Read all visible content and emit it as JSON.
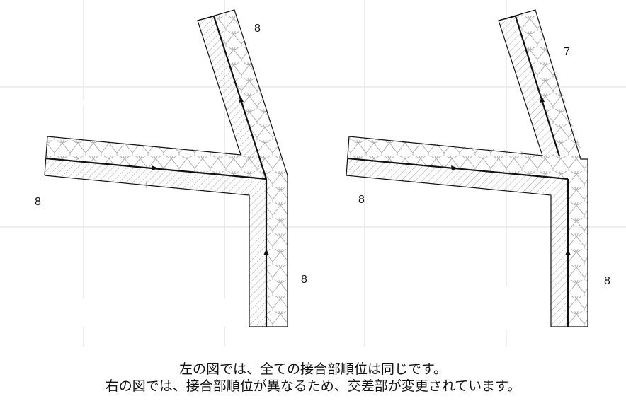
{
  "diagram": {
    "type": "wall-junction-priority-comparison",
    "colors": {
      "grid": "#e3e3e3",
      "outline": "#111111",
      "hatch": "#9a9a9a",
      "insulation": "#a8a8a8",
      "background": "#ffffff"
    },
    "left": {
      "title": "same-priority",
      "labels": {
        "top_wall": "8",
        "left_wall": "8",
        "bottom_wall": "8"
      }
    },
    "right": {
      "title": "different-priority",
      "labels": {
        "top_wall": "7",
        "left_wall": "8",
        "bottom_wall": "8"
      }
    }
  },
  "caption": {
    "line1": "左の図では、全ての接合部順位は同じです。",
    "line2": "右の図では、接合部順位が異なるため、交差部が変更されています。"
  }
}
